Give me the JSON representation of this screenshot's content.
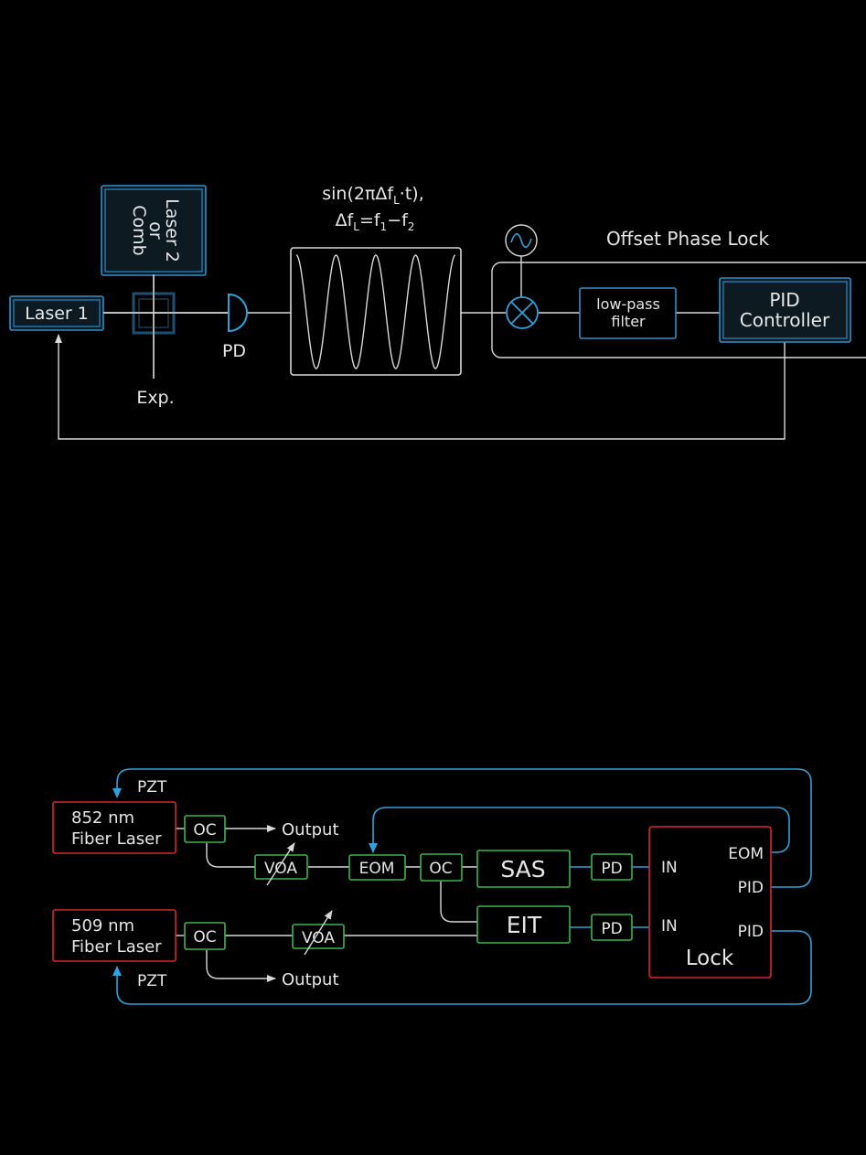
{
  "top": {
    "laser1": "Laser 1",
    "laser2": [
      "Laser 2",
      "or",
      "Comb"
    ],
    "pd": "PD",
    "exp": "Exp.",
    "signal_line1": "sin(2πΔf",
    "signal_line1_sub": "L",
    "signal_line1_end": "·t),",
    "signal_line2_a": "Δf",
    "signal_line2_sub_a": "L",
    "signal_line2_b": "=f",
    "signal_line2_sub_b": "1",
    "signal_line2_c": "−f",
    "signal_line2_sub_c": "2",
    "group_label": "Offset Phase Lock",
    "lowpass": [
      "low-pass",
      "filter"
    ],
    "pid": [
      "PID",
      "Controller"
    ]
  },
  "bottom": {
    "laser852": [
      "852 nm",
      "Fiber Laser"
    ],
    "laser509": [
      "509 nm",
      "Fiber Laser"
    ],
    "pzt_top": "PZT",
    "pzt_bottom": "PZT",
    "oc1": "OC",
    "oc2": "OC",
    "oc3": "OC",
    "output_top": "Output",
    "output_bottom": "Output",
    "voa1": "VOA",
    "voa2": "VOA",
    "eom": "EOM",
    "sas": "SAS",
    "eit": "EIT",
    "pd1": "PD",
    "pd2": "PD",
    "lock": {
      "in1": "IN",
      "in2": "IN",
      "eom": "EOM",
      "pid1": "PID",
      "pid2": "PID",
      "title": "Lock"
    }
  },
  "colors": {
    "accent_blue": "#2fa1dc",
    "green": "#39b54a",
    "red": "#d8262c"
  }
}
